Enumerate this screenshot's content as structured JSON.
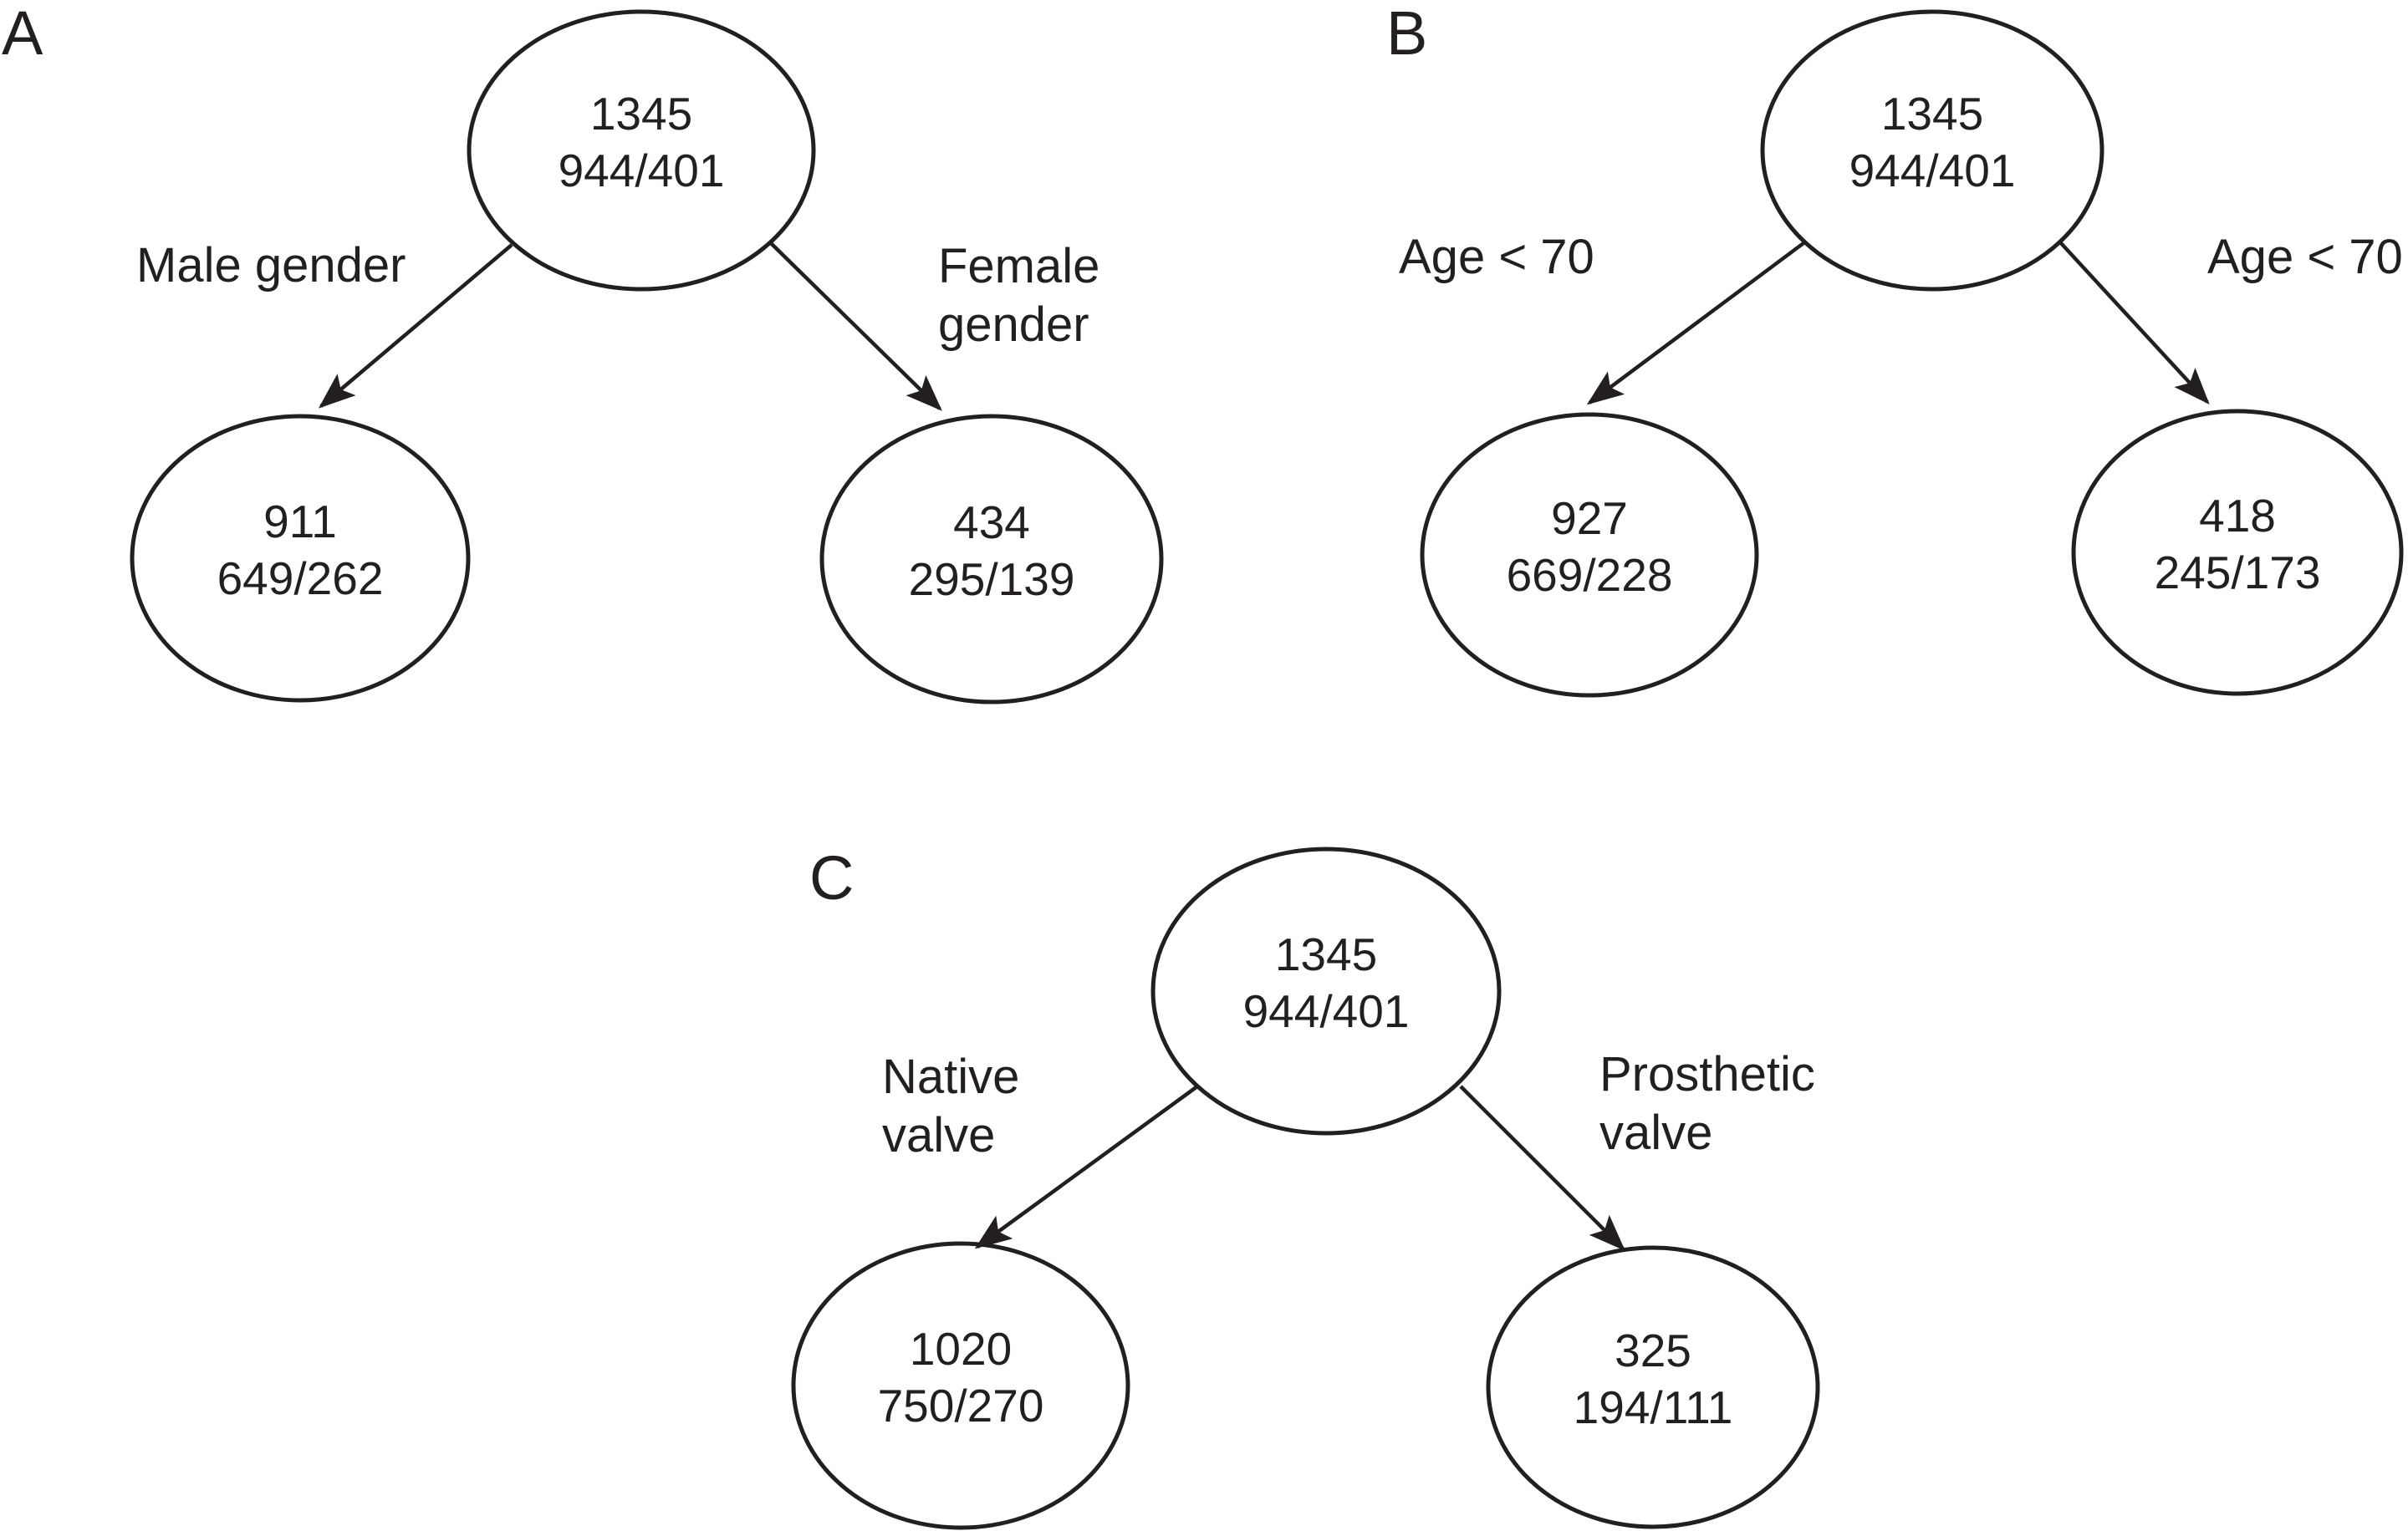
{
  "figure": {
    "description": "Three-panel patient flow tree diagram",
    "ink_color": "#231f20",
    "background_color": "#ffffff",
    "panels": [
      {
        "label": "A",
        "root": {
          "total": "1345",
          "ratio": "944/401"
        },
        "branches": [
          {
            "edge_label": "Male gender",
            "node": {
              "total": "911",
              "ratio": "649/262"
            }
          },
          {
            "edge_label": "Female\ngender",
            "node": {
              "total": "434",
              "ratio": "295/139"
            }
          }
        ]
      },
      {
        "label": "B",
        "root": {
          "total": "1345",
          "ratio": "944/401"
        },
        "branches": [
          {
            "edge_label": "Age < 70",
            "node": {
              "total": "927",
              "ratio": "669/228"
            }
          },
          {
            "edge_label": "Age < 70",
            "node": {
              "total": "418",
              "ratio": "245/173"
            }
          }
        ]
      },
      {
        "label": "C",
        "root": {
          "total": "1345",
          "ratio": "944/401"
        },
        "branches": [
          {
            "edge_label": "Native\nvalve",
            "node": {
              "total": "1020",
              "ratio": "750/270"
            }
          },
          {
            "edge_label": "Prosthetic\nvalve",
            "node": {
              "total": "325",
              "ratio": "194/111"
            }
          }
        ]
      }
    ]
  }
}
